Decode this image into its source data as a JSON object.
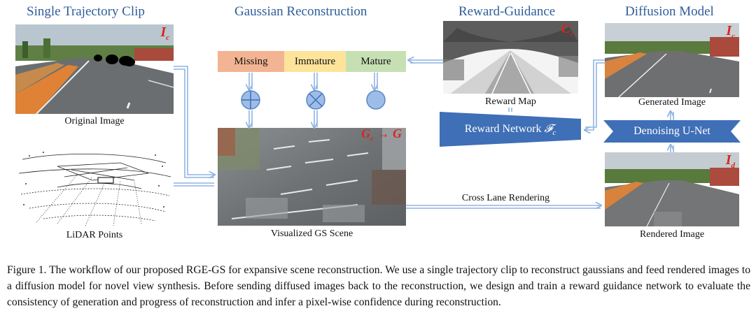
{
  "sections": {
    "single_trajectory": "Single Trajectory Clip",
    "gaussian_reconstruction": "Gaussian Reconstruction",
    "reward_guidance": "Reward-Guidance",
    "diffusion_model": "Diffusion Model"
  },
  "image_labels": {
    "original": "Original Image",
    "lidar": "LiDAR Points",
    "gs_scene": "Visualized GS Scene",
    "reward_map": "Reward Map",
    "generated": "Generated Image",
    "rendered": "Rendered Image"
  },
  "status_boxes": [
    {
      "label": "Missing",
      "color": "#f3b493"
    },
    {
      "label": "Immature",
      "color": "#fde49a"
    },
    {
      "label": "Mature",
      "color": "#c6e0b4"
    }
  ],
  "boxes": {
    "reward_network": "Reward Network",
    "reward_network_symbol": "𝓕",
    "reward_network_sub": "c",
    "denoising": "Denoising U-Net"
  },
  "edge_labels": {
    "cross_lane": "Cross Lane Rendering"
  },
  "image_tags": {
    "original": {
      "main": "I",
      "sub": "c"
    },
    "reward": {
      "main": "C",
      "sub": "c"
    },
    "generated": {
      "main": "I",
      "sub": "c"
    },
    "rendered": {
      "main": "I",
      "sub": "d"
    },
    "gs_left": {
      "main": "G",
      "sub": "c"
    },
    "gs_right": "G"
  },
  "caption": "Figure 1.  The workflow of our proposed RGE-GS for expansive scene reconstruction.  We use a single trajectory clip to reconstruct gaussians and feed rendered images to a diffusion model for novel view synthesis. Before sending diffused images back to the reconstruction, we design and train a reward guidance network to evaluate the consistency of generation and progress of reconstruction and infer a pixel-wise confidence during reconstruction.",
  "colors": {
    "title_blue": "#2f5d9b",
    "network_blue": "#3f6fb6",
    "arrow_blue": "#8fb4e3",
    "tag_red": "#d7261e"
  },
  "icons": [
    "plus-circle-icon",
    "cross-circle-icon",
    "dot-circle-icon"
  ]
}
